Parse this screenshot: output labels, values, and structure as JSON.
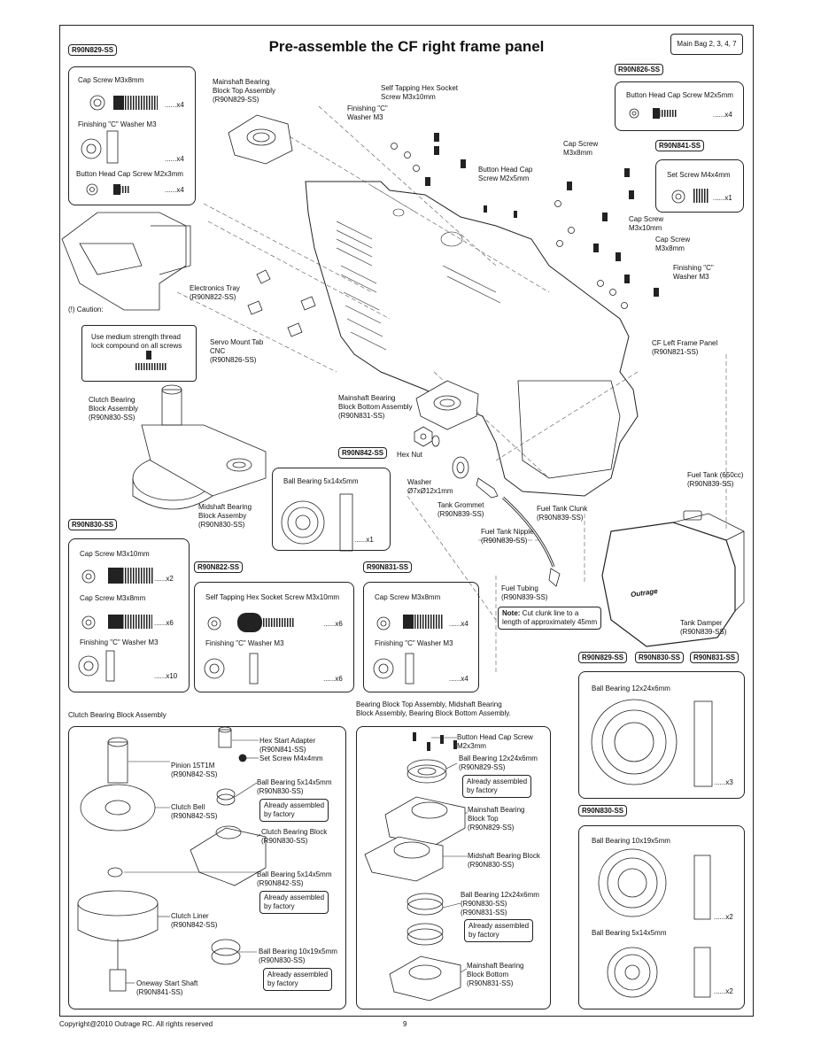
{
  "header": {
    "title": "Pre-assemble the CF right frame panel",
    "main_bag": "Main Bag 2, 3, 4, 7",
    "tag_829": "R90N829-SS",
    "tag_826": "R90N826-SS",
    "tag_841": "R90N841-SS"
  },
  "box_829": {
    "cap_screw": "Cap Screw M3x8mm",
    "cap_qty": "......x4",
    "washer": "Finishing \"C\" Washer M3",
    "washer_qty": "......x4",
    "button": "Button Head Cap Screw M2x3mm",
    "button_qty": "......x4"
  },
  "box_826": {
    "label": "Button Head Cap Screw M2x5mm",
    "qty": "......x4"
  },
  "box_841": {
    "label": "Set Screw M4x4mm",
    "qty": "......x1"
  },
  "callouts": {
    "mainshaft_top": "Mainshaft Bearing\nBlock Top Assembly\n(R90N829-SS)",
    "self_tapping": "Self Tapping  Hex Socket\nScrew M3x10mm",
    "finishing_c_top": "Finishing \"C\"\nWasher M3",
    "button_cap": "Button Head Cap\nScrew M2x5mm",
    "cap_screw_3x8_top": "Cap Screw\nM3x8mm",
    "cap_screw_3x10": "Cap Screw\nM3x10mm",
    "cap_screw_3x8_right": "Cap Screw\nM3x8mm",
    "finishing_c_right": "Finishing \"C\"\nWasher M3",
    "electronics_tray": "Electronics Tray\n(R90N822-SS)",
    "caution": "(!) Caution:",
    "caution_text": "Use medium strength thread\nlock compound on all screws",
    "servo_tab": "Servo Mount Tab\nCNC\n(R90N826-SS)",
    "cf_left": "CF Left Frame Panel\n(R90N821-SS)",
    "clutch_block": "Clutch Bearing\nBlock Assembly\n(R90N830-SS)",
    "mainshaft_bottom": "Mainshaft Bearing\nBlock Bottom Assembly\n(R90N831-SS)",
    "hex_nut": "Hex Nut",
    "washer": "Washer\nØ7xØ12x1mm",
    "tank_grommet": "Tank Grommet\n(R90N839-SS)",
    "tank_nipple": "Fuel Tank Nipple\n(R90N839-SS)",
    "tank_clunk": "Fuel Tank Clunk\n(R90N839-SS)",
    "fuel_tank": "Fuel Tank (650cc)\n(R90N839-SS)",
    "midshaft": "Midshaft Bearing\nBlock Assemby\n(R90N830-SS)",
    "fuel_tubing": "Fuel Tubing\n(R90N839-SS)",
    "note_label": "Note:",
    "note_text": " Cut clunk line to a\nlength of approximately 45mm",
    "tank_damper": "Tank Damper\n(R90N839-SS)",
    "tank_logo": "Outrage"
  },
  "box_842": {
    "tag": "R90N842-SS",
    "label": "Ball Bearing 5x14x5mm",
    "qty": "......x1"
  },
  "box_830": {
    "tag": "R90N830-SS",
    "cap10": "Cap Screw M3x10mm",
    "cap10_qty": "......x2",
    "cap8": "Cap Screw M3x8mm",
    "cap8_qty": "......x6",
    "washer": "Finishing \"C\" Washer M3",
    "washer_qty": "......x10"
  },
  "box_822": {
    "tag": "R90N822-SS",
    "screw": "Self Tapping  Hex Socket Screw M3x10mm",
    "screw_qty": "......x6",
    "washer": "Finishing \"C\" Washer M3",
    "washer_qty": "......x6"
  },
  "box_831": {
    "tag": "R90N831-SS",
    "cap": "Cap Screw M3x8mm",
    "cap_qty": "......x4",
    "washer": "Finishing \"C\" Washer M3",
    "washer_qty": "......x4"
  },
  "bottom_tags": [
    "R90N829-SS",
    "R90N830-SS",
    "R90N831-SS"
  ],
  "bearing_12": {
    "label": "Ball Bearing 12x24x6mm",
    "qty": "......x3"
  },
  "tag_830b": "R90N830-SS",
  "bearing_10": {
    "label": "Ball Bearing 10x19x5mm",
    "qty": "......x2"
  },
  "bearing_5": {
    "label": "Ball Bearing 5x14x5mm",
    "qty": "......x2"
  },
  "clutch_section": {
    "heading": "Clutch Bearing Block Assembly",
    "hex_adapter": "Hex Start Adapter\n(R90N841-SS)",
    "set_screw": "Set Screw M4x4mm",
    "pinion": "Pinion 15T1M\n(R90N842-SS)",
    "bb5_a": "Ball Bearing 5x14x5mm\n(R90N830-SS)",
    "factory1": "Already assembled\nby factory",
    "clutch_bell": "Clutch Bell\n(R90N842-SS)",
    "clutch_block": "Clutch Bearing Block\n(R90N830-SS)",
    "bb5_b": "Ball Bearing 5x14x5mm\n(R90N842-SS)",
    "factory2": "Already assembled\nby factory",
    "clutch_liner": "Clutch Liner\n(R90N842-SS)",
    "bb10": "Ball Bearing 10x19x5mm\n(R90N830-SS)",
    "factory3": "Already assembled\nby factory",
    "oneway": "Oneway Start Shaft\n(R90N841-SS)"
  },
  "bearing_section": {
    "heading": "Bearing Block Top Assembly, Midshaft Bearing\nBlock Assembly, Bearing Block Bottom Assembly.",
    "button_screw": "Button Head Cap Screw\nM2x3mm",
    "bb12_a": "Ball Bearing 12x24x6mm\n(R90N829-SS)",
    "factory1": "Already assembled\nby factory",
    "top": "Mainshaft Bearing\nBlock Top\n(R90N829-SS)",
    "mid": "Midshaft Bearing Block\n(R90N830-SS)",
    "bb12_b": "Ball Bearing 12x24x6mm\n(R90N830-SS)\n(R90N831-SS)",
    "factory2": "Already assembled\nby factory",
    "bottom": "Mainshaft Bearing\nBlock Bottom\n(R90N831-SS)"
  },
  "footer": {
    "copyright": "Copyright@2010 Outrage RC. All rights reserved",
    "page": "9"
  }
}
